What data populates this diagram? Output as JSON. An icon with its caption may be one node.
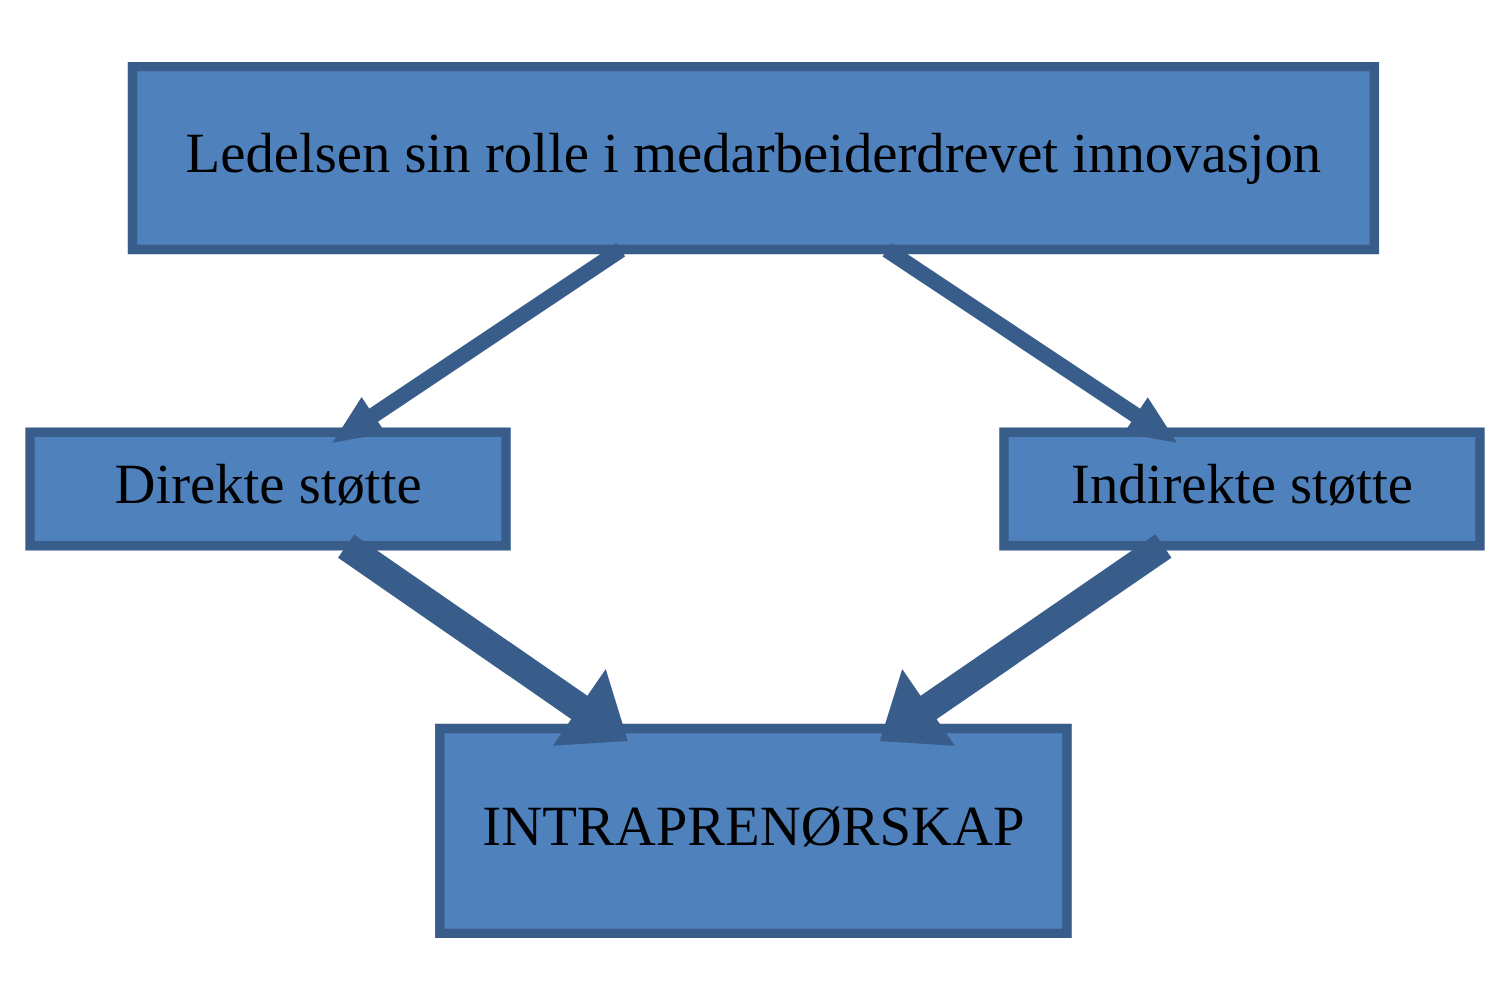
{
  "diagram": {
    "nodes": [
      {
        "text": [
          "Ledelsen sin rolle i medarbeiderdrevet innovasjon"
        ]
      },
      {
        "text": [
          "Direkte støtte"
        ]
      },
      {
        "text": [
          "Indirekte støtte"
        ]
      },
      {
        "text": [
          "INTRAPRENØRSKAP"
        ]
      }
    ],
    "edges": [
      {
        "from": 0,
        "to": 1,
        "arrow": "to"
      },
      {
        "from": 0,
        "to": 2,
        "arrow": "to"
      },
      {
        "from": 1,
        "to": 3,
        "arrow": "to",
        "style": "thick"
      },
      {
        "from": 2,
        "to": 3,
        "arrow": "to",
        "style": "thick"
      }
    ]
  }
}
